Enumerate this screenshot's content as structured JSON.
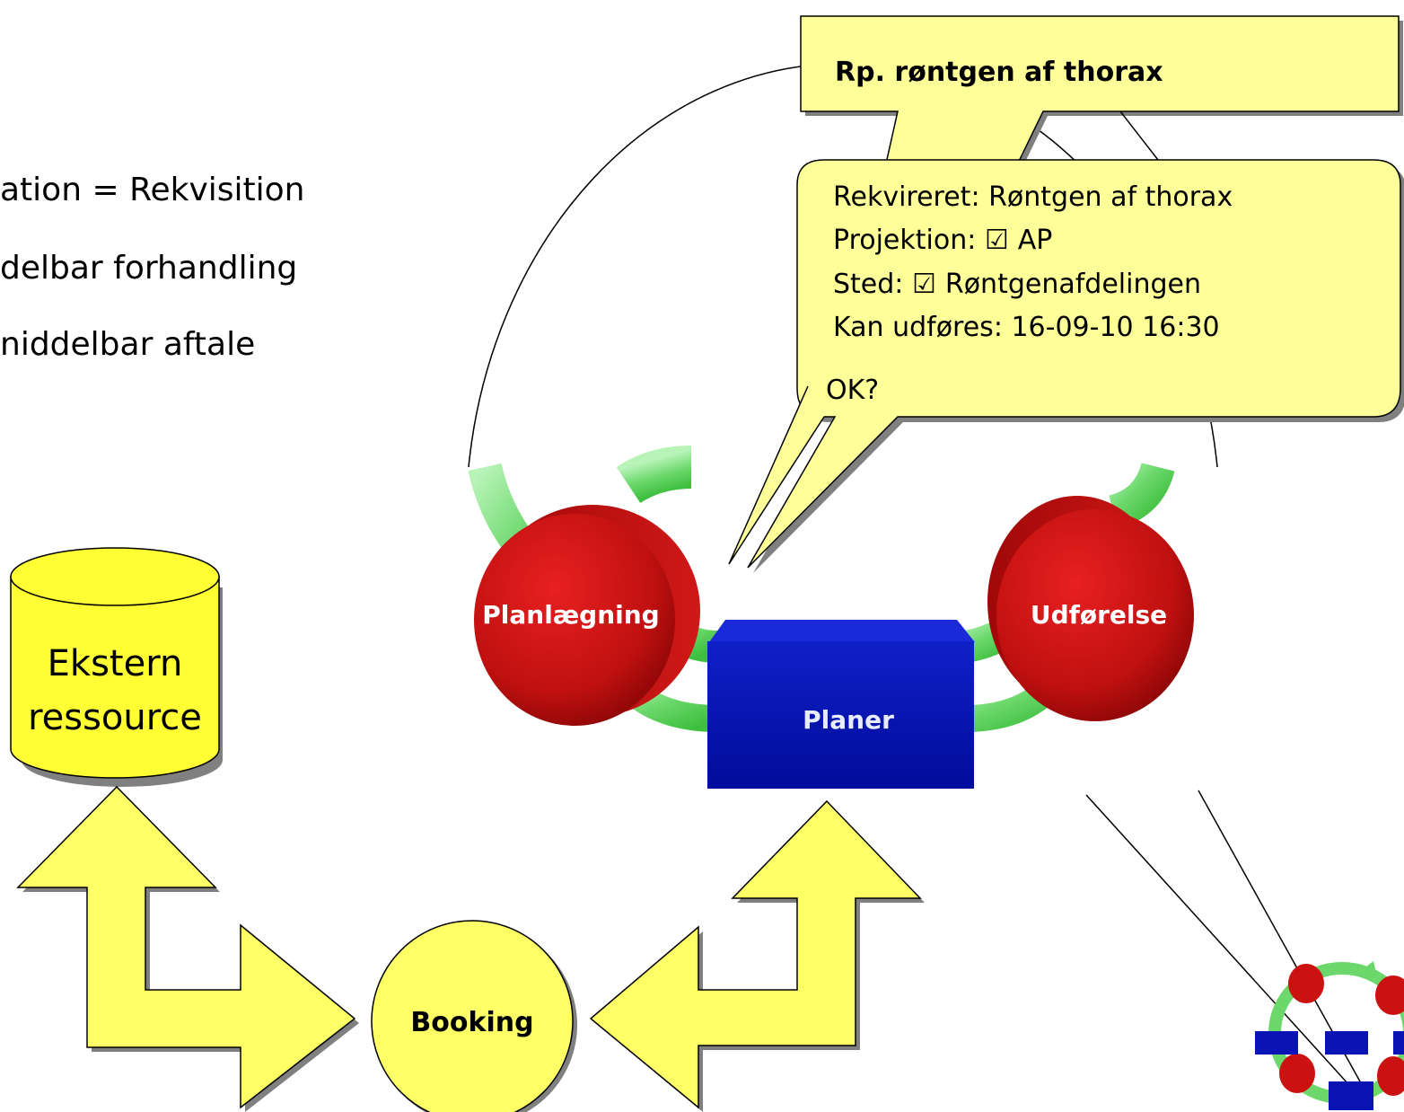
{
  "bullets": [
    "ation = Rekvisition",
    "delbar forhandling",
    "niddelbar aftale"
  ],
  "callout_top": {
    "text": "Rp. røntgen af thorax"
  },
  "callout_main": {
    "line1": "Rekvireret: Røntgen af thorax",
    "line2_prefix": "Projektion: ",
    "line2_value": "AP",
    "line3_prefix": "Sted: ",
    "line3_value": "Røntgenafdelingen",
    "line4": "Kan udføres: 16-09-10 16:30",
    "line5": "OK?",
    "checkbox_glyph": "☑"
  },
  "cycle": {
    "left_node": "Planlægning",
    "right_node": "Udførelse",
    "center_box": "Planer"
  },
  "resource": {
    "line1": "Ekstern",
    "line2": "ressource"
  },
  "booking": {
    "label": "Booking"
  },
  "colors": {
    "yellow": "#ffff66",
    "callout_yellow": "#ffff99",
    "node_red": "#cc1111",
    "box_blue": "#0a14b4",
    "ring_green": "#7ee07e"
  }
}
